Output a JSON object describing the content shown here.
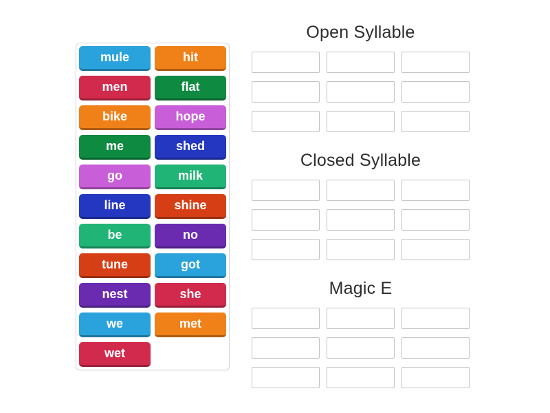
{
  "activity": {
    "kind": "group-sort"
  },
  "word_bank": {
    "tiles": [
      {
        "label": "mule",
        "color": "#2aa2dc"
      },
      {
        "label": "hit",
        "color": "#f08018"
      },
      {
        "label": "men",
        "color": "#d22a4c"
      },
      {
        "label": "flat",
        "color": "#0f8a41"
      },
      {
        "label": "bike",
        "color": "#f08018"
      },
      {
        "label": "hope",
        "color": "#c95fd8"
      },
      {
        "label": "me",
        "color": "#0f8a41"
      },
      {
        "label": "shed",
        "color": "#2337c1"
      },
      {
        "label": "go",
        "color": "#c95fd8"
      },
      {
        "label": "milk",
        "color": "#20b476"
      },
      {
        "label": "line",
        "color": "#2337c1"
      },
      {
        "label": "shine",
        "color": "#d63f16"
      },
      {
        "label": "be",
        "color": "#20b476"
      },
      {
        "label": "no",
        "color": "#6a2bb1"
      },
      {
        "label": "tune",
        "color": "#d63f16"
      },
      {
        "label": "got",
        "color": "#2aa2dc"
      },
      {
        "label": "nest",
        "color": "#6a2bb1"
      },
      {
        "label": "she",
        "color": "#d22a4c"
      },
      {
        "label": "we",
        "color": "#2aa2dc"
      },
      {
        "label": "met",
        "color": "#f08018"
      },
      {
        "label": "wet",
        "color": "#d22a4c"
      }
    ]
  },
  "groups": [
    {
      "title": "Open Syllable",
      "slot_count": 9
    },
    {
      "title": "Closed Syllable",
      "slot_count": 9
    },
    {
      "title": "Magic E",
      "slot_count": 9
    }
  ],
  "colors": {
    "page_background": "#ffffff",
    "panel_border": "#d6d6d6",
    "slot_border": "#c2c2c2",
    "title_text": "#2d2d2d",
    "tile_text": "#ffffff"
  }
}
